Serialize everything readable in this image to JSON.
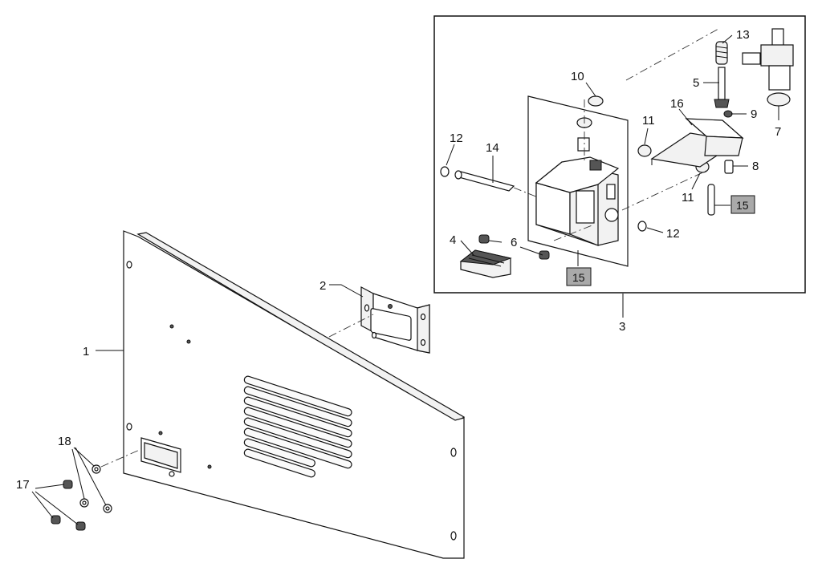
{
  "callouts": [
    {
      "id": "c1",
      "text": "1"
    },
    {
      "id": "c2",
      "text": "2"
    },
    {
      "id": "c3",
      "text": "3"
    },
    {
      "id": "c4",
      "text": "4"
    },
    {
      "id": "c5",
      "text": "5"
    },
    {
      "id": "c6",
      "text": "6"
    },
    {
      "id": "c7",
      "text": "7"
    },
    {
      "id": "c8",
      "text": "8"
    },
    {
      "id": "c9",
      "text": "9"
    },
    {
      "id": "c10",
      "text": "10"
    },
    {
      "id": "c11a",
      "text": "11"
    },
    {
      "id": "c11b",
      "text": "11"
    },
    {
      "id": "c12a",
      "text": "12"
    },
    {
      "id": "c12b",
      "text": "12"
    },
    {
      "id": "c13",
      "text": "13"
    },
    {
      "id": "c14",
      "text": "14"
    },
    {
      "id": "c15a",
      "text": "15"
    },
    {
      "id": "c15b",
      "text": "15"
    },
    {
      "id": "c16",
      "text": "16"
    },
    {
      "id": "c17",
      "text": "17"
    },
    {
      "id": "c18",
      "text": "18"
    }
  ],
  "colors": {
    "line": "#111111",
    "boxed_label_fill": "#a9a9a9",
    "background": "#ffffff"
  }
}
